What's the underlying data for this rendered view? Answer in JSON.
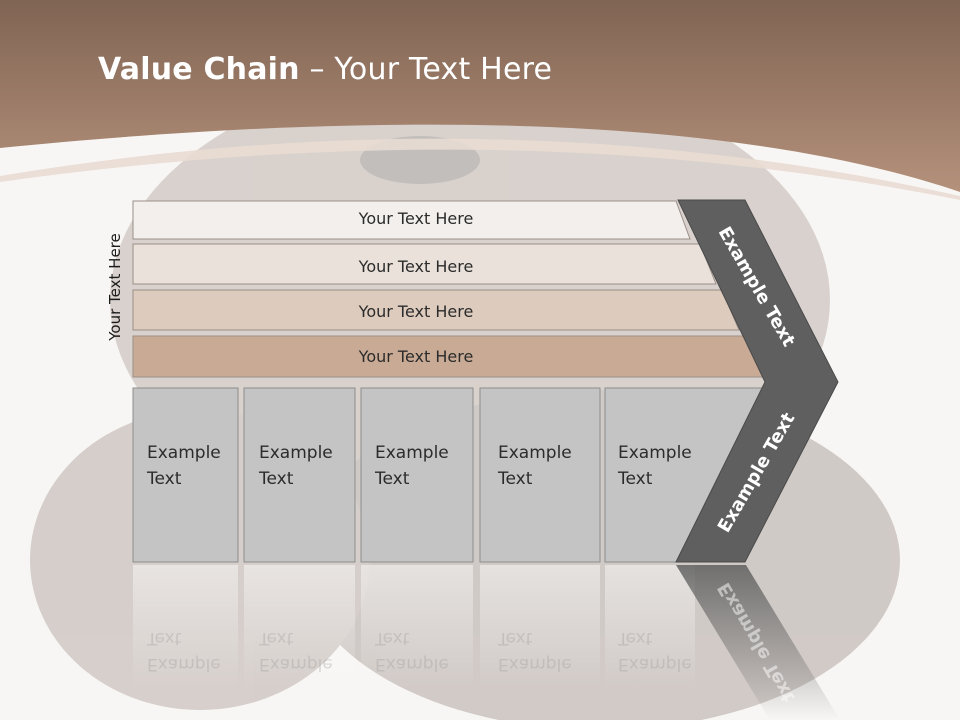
{
  "title": {
    "bold": "Value Chain",
    "rest": " – Your Text Here"
  },
  "side_label": "Your Text Here",
  "rows": [
    {
      "label": "Your Text Here",
      "color": "#f3efec"
    },
    {
      "label": "Your Text Here",
      "color": "#eae1da"
    },
    {
      "label": "Your Text Here",
      "color": "#ddcbbd"
    },
    {
      "label": "Your Text Here",
      "color": "#c9ab95"
    }
  ],
  "boxes": [
    {
      "line1": "Example",
      "line2": "Text"
    },
    {
      "line1": "Example",
      "line2": "Text"
    },
    {
      "line1": "Example",
      "line2": "Text"
    },
    {
      "line1": "Example",
      "line2": "Text"
    },
    {
      "line1": "Example",
      "line2": "Text"
    }
  ],
  "chevron": {
    "top_label": "Example Text",
    "bottom_label": "Example Text",
    "color": "#5f5f5f"
  },
  "colors": {
    "header_brown": "#a98368",
    "box_gray": "#c4c4c4",
    "accent_brown": "#b58f75"
  }
}
